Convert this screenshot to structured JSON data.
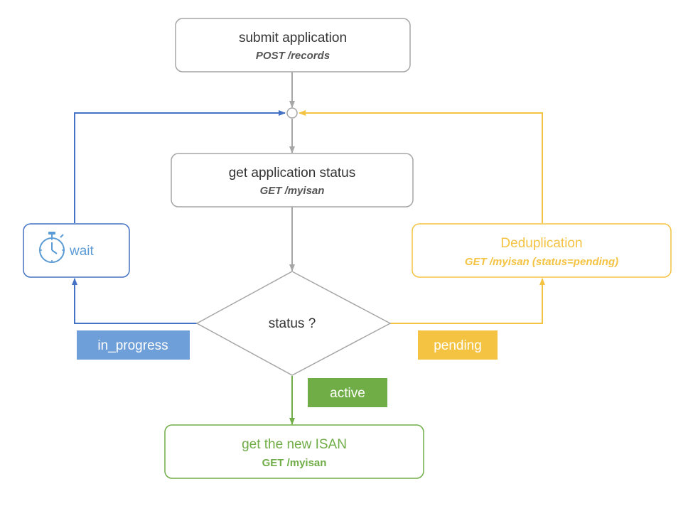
{
  "colors": {
    "gray": "#A6A6A6",
    "blue": "#4472C4",
    "blue_label": "#6F9FD8",
    "blue_text": "#5B9BD5",
    "yellow": "#F4C342",
    "green": "#70AD47",
    "text": "#333333"
  },
  "nodes": {
    "submit": {
      "title": "submit application",
      "sub": "POST /records"
    },
    "status": {
      "title": "get application status",
      "sub": "GET /myisan"
    },
    "decision": {
      "title": "status ?"
    },
    "wait": {
      "title": "wait",
      "icon": "stopwatch-icon"
    },
    "dedup": {
      "title": "Deduplication",
      "sub": "GET /myisan (status=pending)"
    },
    "isan": {
      "title": "get the new ISAN",
      "sub": "GET /myisan"
    }
  },
  "labels": {
    "in_progress": "in_progress",
    "pending": "pending",
    "active": "active"
  }
}
